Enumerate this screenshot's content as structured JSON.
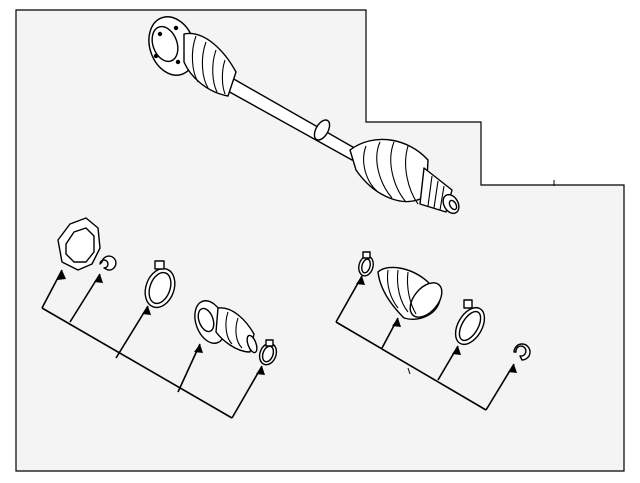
{
  "diagram": {
    "kind": "exploded-parts-illustration",
    "colors": {
      "background": "#ffffff",
      "panel": "#f4f4f4",
      "ink": "#000000"
    },
    "assemblies": [
      {
        "id": "axle-shaft",
        "parts": [
          "inner-cv-joint",
          "inner-boot",
          "shaft",
          "outer-boot",
          "outer-cv-joint"
        ]
      },
      {
        "id": "inner-joint-kit",
        "parts": [
          "gasket",
          "snap-ring",
          "boot-clamp-large",
          "inner-cv-joint",
          "boot-clamp-small"
        ]
      },
      {
        "id": "outer-joint-kit",
        "parts": [
          "boot-clamp-small",
          "outer-boot",
          "boot-clamp-large",
          "circlip"
        ]
      }
    ]
  }
}
